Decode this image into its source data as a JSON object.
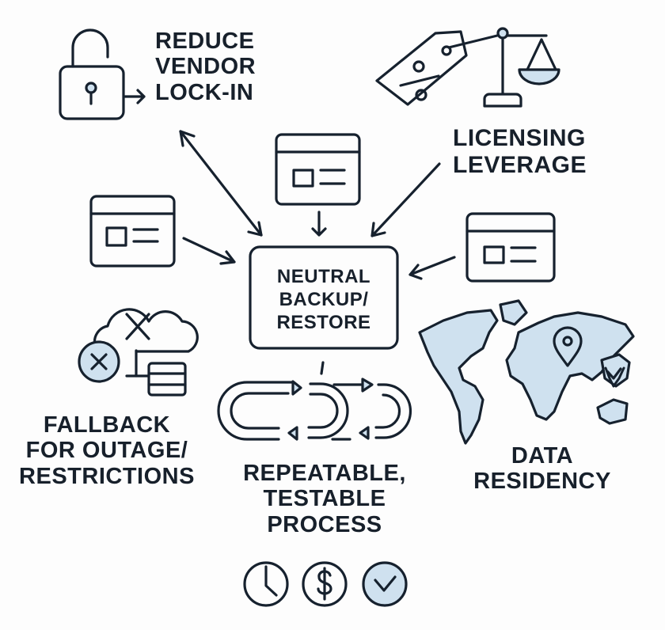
{
  "colors": {
    "stroke": "#16212e",
    "fill": "#cfe1ef",
    "background": "#fdfdfd"
  },
  "center": {
    "lines": [
      "NEUTRAL",
      "BACKUP/",
      "RESTORE"
    ]
  },
  "benefits": {
    "vendor_lockin": {
      "lines": [
        "REDUCE",
        "VENDOR",
        "LOCK-IN"
      ],
      "icon": "unlocked-padlock-icon"
    },
    "licensing": {
      "lines": [
        "LICENSING",
        "LEVERAGE"
      ],
      "icon": "price-tag-scale-icon"
    },
    "fallback": {
      "lines": [
        "FALLBACK",
        "FOR OUTAGE/",
        "RESTRICTIONS"
      ],
      "icon": "cloud-outage-icon"
    },
    "repeatable": {
      "lines": [
        "REPEATABLE,",
        "TESTABLE",
        "PROCESS"
      ],
      "icon": "loop-arrows-icon"
    },
    "residency": {
      "lines": [
        "DATA",
        "RESIDENCY"
      ],
      "icon": "world-map-icon"
    }
  },
  "sources": [
    "app-window-icon",
    "app-window-icon",
    "app-window-icon"
  ],
  "process_badges": [
    "clock-icon",
    "dollar-icon",
    "checkmark-icon"
  ]
}
